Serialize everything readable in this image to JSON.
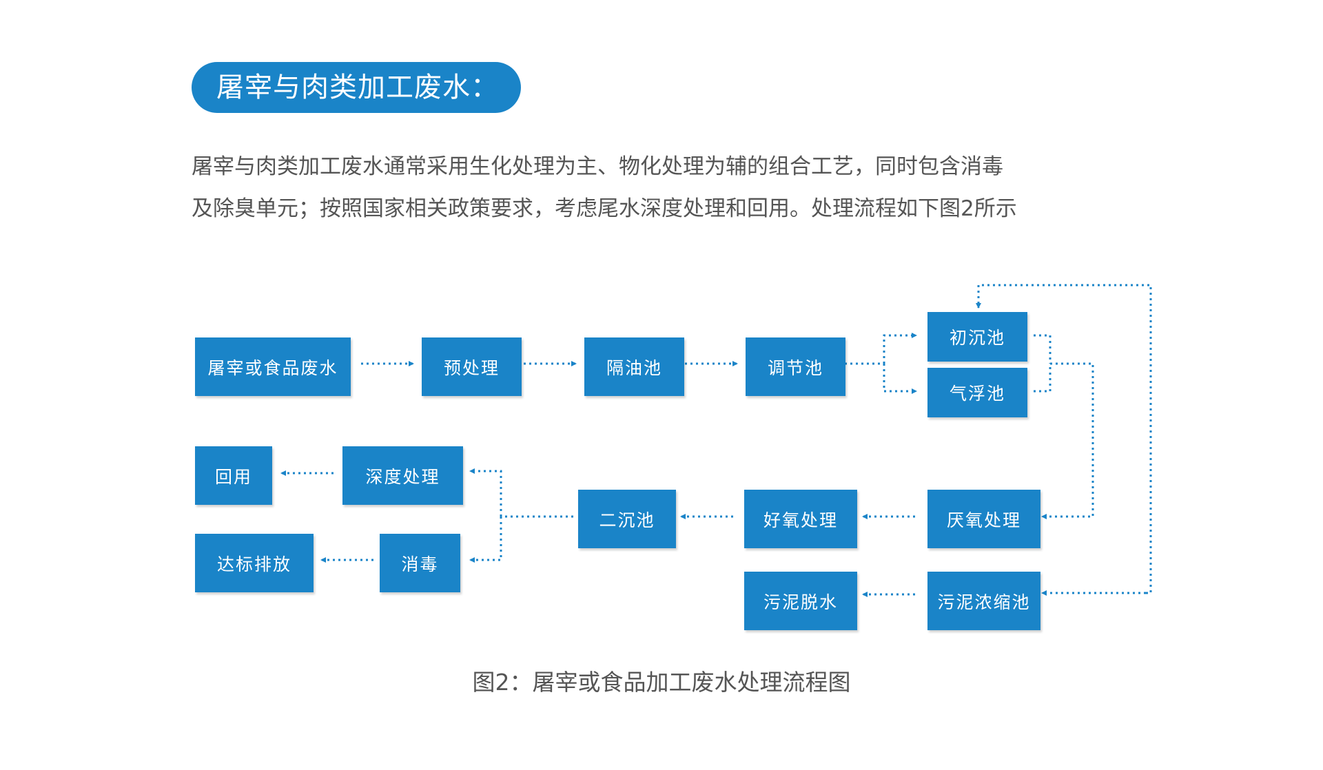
{
  "heading": "屠宰与肉类加工废水：",
  "intro": {
    "line1": "屠宰与肉类加工废水通常采用生化处理为主、物化处理为辅的组合工艺，同时包含消毒",
    "line2": "及除臭单元；按照国家相关政策要求，考虑尾水深度处理和回用。处理流程如下图2所示"
  },
  "nodes": {
    "source": "屠宰或食品废水",
    "pretreat": "预处理",
    "oil_trap": "隔油池",
    "equalize": "调节池",
    "primary": "初沉池",
    "flotation": "气浮池",
    "anaerobic": "厌氧处理",
    "aerobic": "好氧处理",
    "secondary": "二沉池",
    "advanced": "深度处理",
    "reuse": "回用",
    "disinfect": "消毒",
    "discharge": "达标排放",
    "sludge_thicken": "污泥浓缩池",
    "sludge_dewater": "污泥脱水"
  },
  "caption": "图2：屠宰或食品加工废水处理流程图",
  "colors": {
    "node_fill": "#1a84c8",
    "connector": "#1a84c8",
    "body_text": "#555555"
  }
}
